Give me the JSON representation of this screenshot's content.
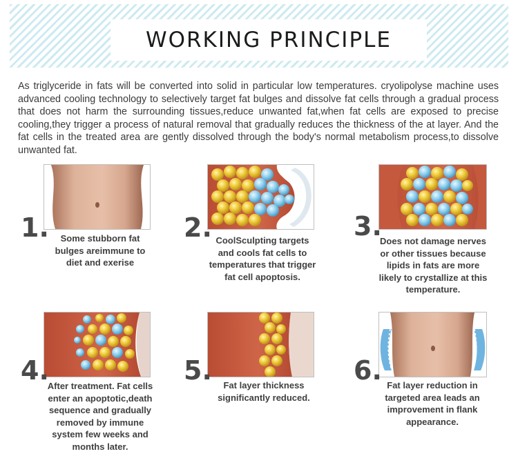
{
  "header": {
    "title": "WORKING PRINCIPLE"
  },
  "intro": "As triglyceride in fats will be converted into solid in particular low temperatures. cryolipolyse machine uses advanced cooling technology to selectively target fat bulges and dissolve fat cells through a gradual process that does not harm the surrounding tissues,reduce unwanted fat,when fat cells are exposed to precise cooling,they trigger a process of natural removal that gradually reduces the thickness of the at layer. And the fat cells in the treated area are gently dissolved through the body's normal metabolism process,to dissolve unwanted fat.",
  "steps": [
    {
      "number": "1.",
      "caption": "Some stubborn fat bulges areimmune to diet and exerise",
      "image": "belly-before"
    },
    {
      "number": "2.",
      "caption": "CoolSculpting targets and cools fat cells to temperatures that trigger fat cell apoptosis.",
      "image": "fat-cells-cooling"
    },
    {
      "number": "3.",
      "caption": "Does not damage nerves or other tissues because lipids in fats are more likely to crystallize at this temperature.",
      "image": "fat-cells-crystallized"
    },
    {
      "number": "4.",
      "caption": "After treatment. Fat cells enter an apoptotic,death sequence and gradually removed by immune system few weeks and months later.",
      "image": "fat-cells-apoptosis"
    },
    {
      "number": "5.",
      "caption": "Fat layer thickness significantly reduced.",
      "image": "fat-layer-reduced"
    },
    {
      "number": "6.",
      "caption": "Fat layer reduction in targeted area leads an improvement in flank appearance.",
      "image": "belly-after"
    }
  ],
  "colors": {
    "banner_stripe": "#cdeaf1",
    "fat_cell": "#e9c23a",
    "cooled_cell": "#7ec8e8",
    "tissue": "#c4593e",
    "skin": "#d8a98f"
  }
}
